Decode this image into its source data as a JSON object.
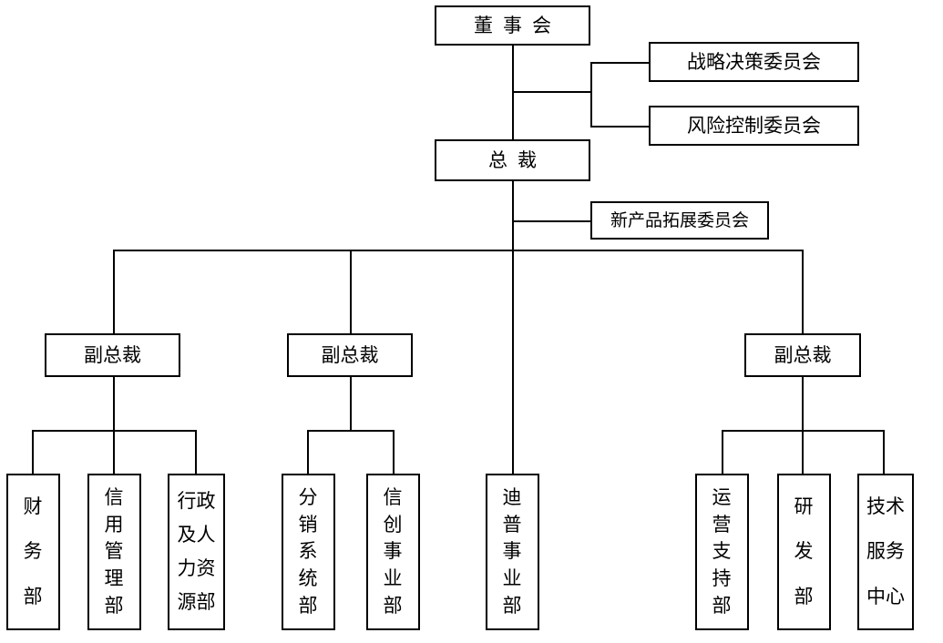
{
  "diagram": {
    "title_node": "董事会",
    "type": "organizational-chart",
    "orientation": "top-down",
    "line_color": "#000000",
    "box_border_color": "#000000",
    "background_color": "#ffffff",
    "text_color": "#000000"
  },
  "nodes": {
    "board": {
      "label": "董事会"
    },
    "strategy_committee": {
      "label": "战略决策委员会"
    },
    "risk_committee": {
      "label": "风险控制委员会"
    },
    "president": {
      "label": "总裁"
    },
    "new_product_committee": {
      "label": "新产品拓展委员会"
    },
    "vp1": {
      "label": "副总裁"
    },
    "vp2": {
      "label": "副总裁"
    },
    "vp3": {
      "label": "副总裁"
    }
  },
  "departments": {
    "finance": {
      "lines": [
        "财",
        "务",
        "部"
      ],
      "full": "财务部"
    },
    "credit_management": {
      "lines": [
        "信",
        "用",
        "管",
        "理",
        "部"
      ],
      "full": "信用管理部"
    },
    "admin_hr": {
      "lines": [
        "行政",
        "及人",
        "力资",
        "源部"
      ],
      "full": "行政及人力资源部"
    },
    "distribution_system": {
      "lines": [
        "分",
        "销",
        "系",
        "统",
        "部"
      ],
      "full": "分销系统部"
    },
    "xinchuang_business": {
      "lines": [
        "信",
        "创",
        "事",
        "业",
        "部"
      ],
      "full": "信创事业部"
    },
    "dptech_business": {
      "lines": [
        "迪",
        "普",
        "事",
        "业",
        "部"
      ],
      "full": "迪普事业部"
    },
    "operation_support": {
      "lines": [
        "运",
        "营",
        "支",
        "持",
        "部"
      ],
      "full": "运营支持部"
    },
    "rnd": {
      "lines": [
        "研",
        "发",
        "部"
      ],
      "full": "研发部"
    },
    "tech_service_center": {
      "lines": [
        "技术",
        "服务",
        "中心"
      ],
      "full": "技术服务中心"
    }
  }
}
